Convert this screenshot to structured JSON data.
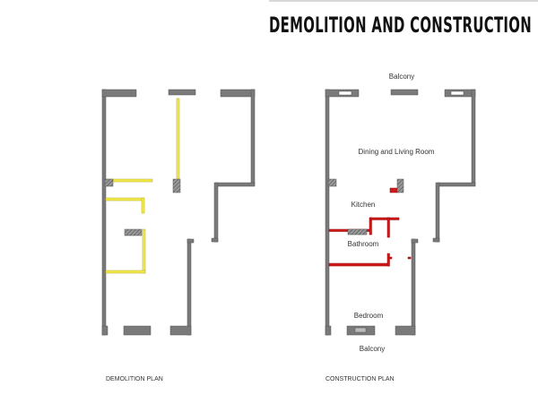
{
  "title": "DEMOLITION AND CONSTRUCTION",
  "demolition_plan": {
    "caption": "DEMOLITION  PLAN"
  },
  "construction_plan": {
    "caption": "CONSTRUCTION PLAN",
    "rooms": [
      "Balcony",
      "Dining and Living Room",
      "Kitchen",
      "Bathroom",
      "Bedroom",
      "Balcony"
    ]
  },
  "colors": {
    "wall": "#7a7a7a",
    "demolition": "#f3ea4a",
    "construction": "#d01a1a"
  }
}
